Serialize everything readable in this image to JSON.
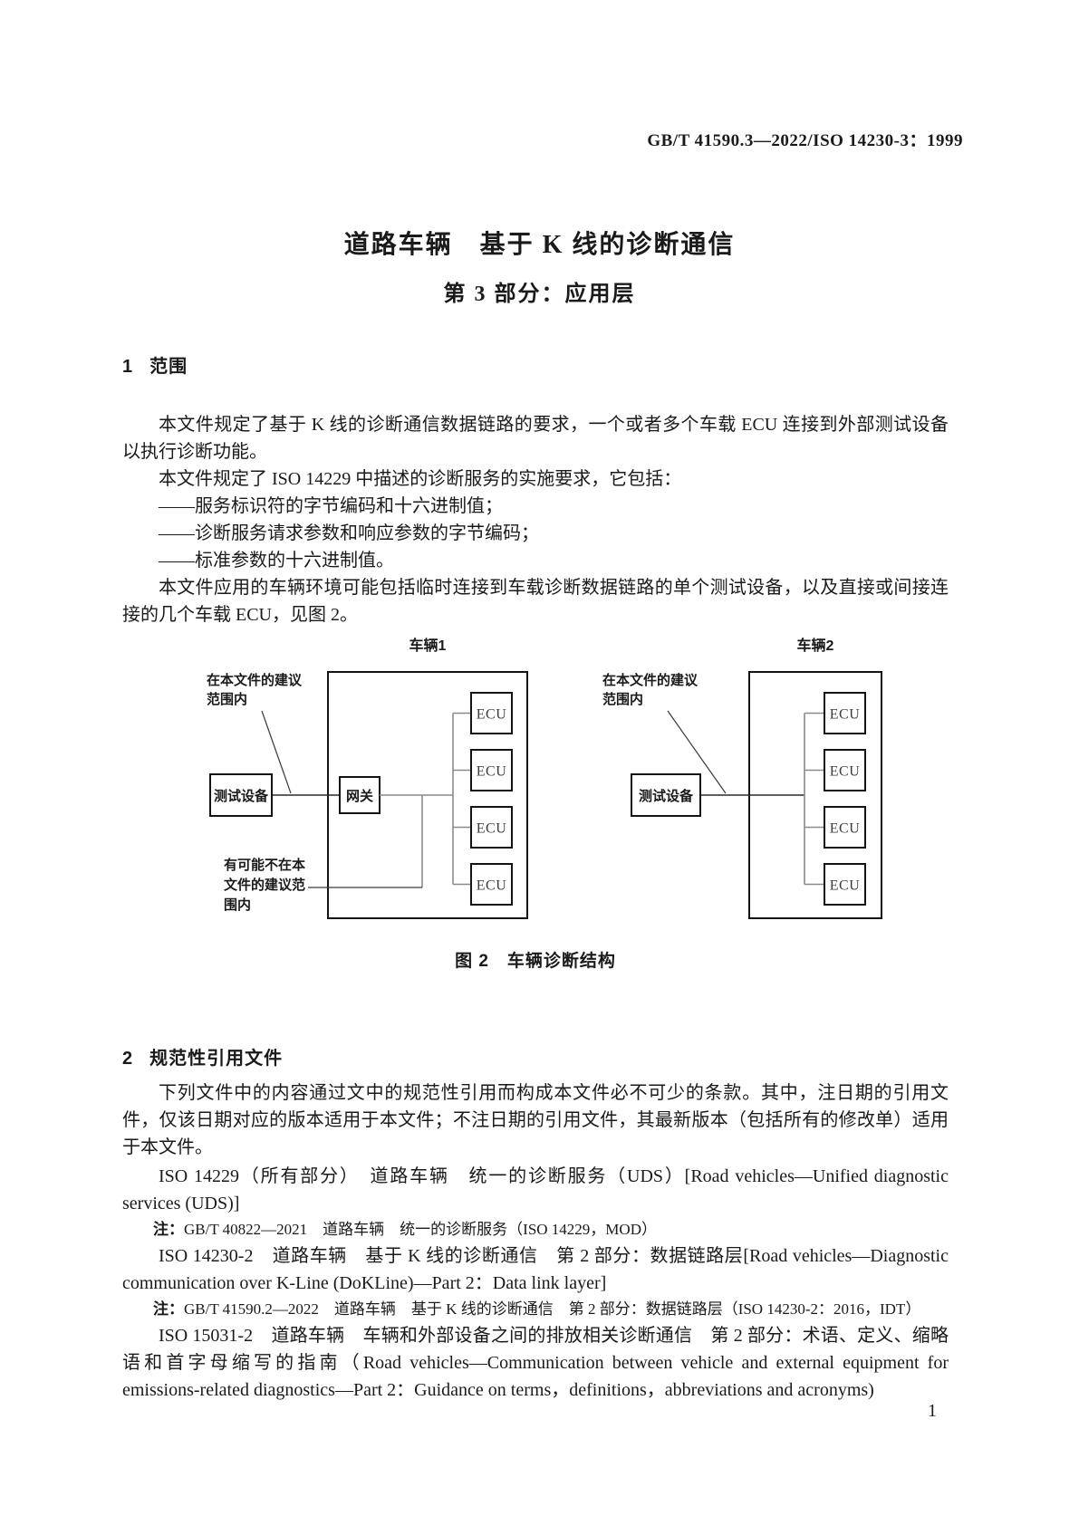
{
  "header": {
    "doc_number": "GB/T 41590.3—2022/ISO 14230-3：1999"
  },
  "title": {
    "line1": "道路车辆　基于 K 线的诊断通信",
    "line2": "第 3 部分：应用层"
  },
  "section1": {
    "number": "1",
    "heading": "范围",
    "para1": "本文件规定了基于 K 线的诊断通信数据链路的要求，一个或者多个车载 ECU 连接到外部测试设备以执行诊断功能。",
    "para2": "本文件规定了 ISO 14229 中描述的诊断服务的实施要求，它包括：",
    "items": [
      "——服务标识符的字节编码和十六进制值；",
      "——诊断服务请求参数和响应参数的字节编码；",
      "——标准参数的十六进制值。"
    ],
    "para3": "本文件应用的车辆环境可能包括临时连接到车载诊断数据链路的单个测试设备，以及直接或间接连接的几个车载 ECU，见图 2。"
  },
  "figure": {
    "caption": "图 2　车辆诊断结构",
    "ecu_label": "ECU",
    "tester_label": "测试设备",
    "gateway_label": "网关",
    "vehicle1": {
      "label": "车辆1",
      "annotation_in_scope": [
        "在本文件的建议",
        "范围内"
      ],
      "annotation_out_scope": [
        "有可能不在本",
        "文件的建议范",
        "围内"
      ]
    },
    "vehicle2": {
      "label": "车辆2",
      "annotation_in_scope": [
        "在本文件的建议",
        "范围内"
      ]
    }
  },
  "section2": {
    "number": "2",
    "heading": "规范性引用文件",
    "intro": "下列文件中的内容通过文中的规范性引用而构成本文件必不可少的条款。其中，注日期的引用文件，仅该日期对应的版本适用于本文件；不注日期的引用文件，其最新版本（包括所有的修改单）适用于本文件。",
    "ref1": "ISO 14229（所有部分）　道路车辆　统一的诊断服务（UDS）[Road vehicles—Unified diagnostic services (UDS)]",
    "note1_label": "注：",
    "note1_text": "GB/T 40822—2021　道路车辆　统一的诊断服务（ISO 14229，MOD）",
    "ref2": "ISO 14230-2　道路车辆　基于 K 线的诊断通信　第 2 部分：数据链路层[Road vehicles—Diagnostic communication over K-Line (DoKLine)—Part 2：Data link layer]",
    "note2_label": "注：",
    "note2_text": "GB/T 41590.2—2022　道路车辆　基于 K 线的诊断通信　第 2 部分：数据链路层（ISO 14230-2：2016，IDT）",
    "ref3": "ISO 15031-2　道路车辆　车辆和外部设备之间的排放相关诊断通信　第 2 部分：术语、定义、缩略语和首字母缩写的指南（Road vehicles—Communication between vehicle and external equipment for emissions-related diagnostics—Part 2：Guidance on terms，definitions，abbreviations and acronyms)"
  },
  "footer": {
    "page_number": "1"
  }
}
